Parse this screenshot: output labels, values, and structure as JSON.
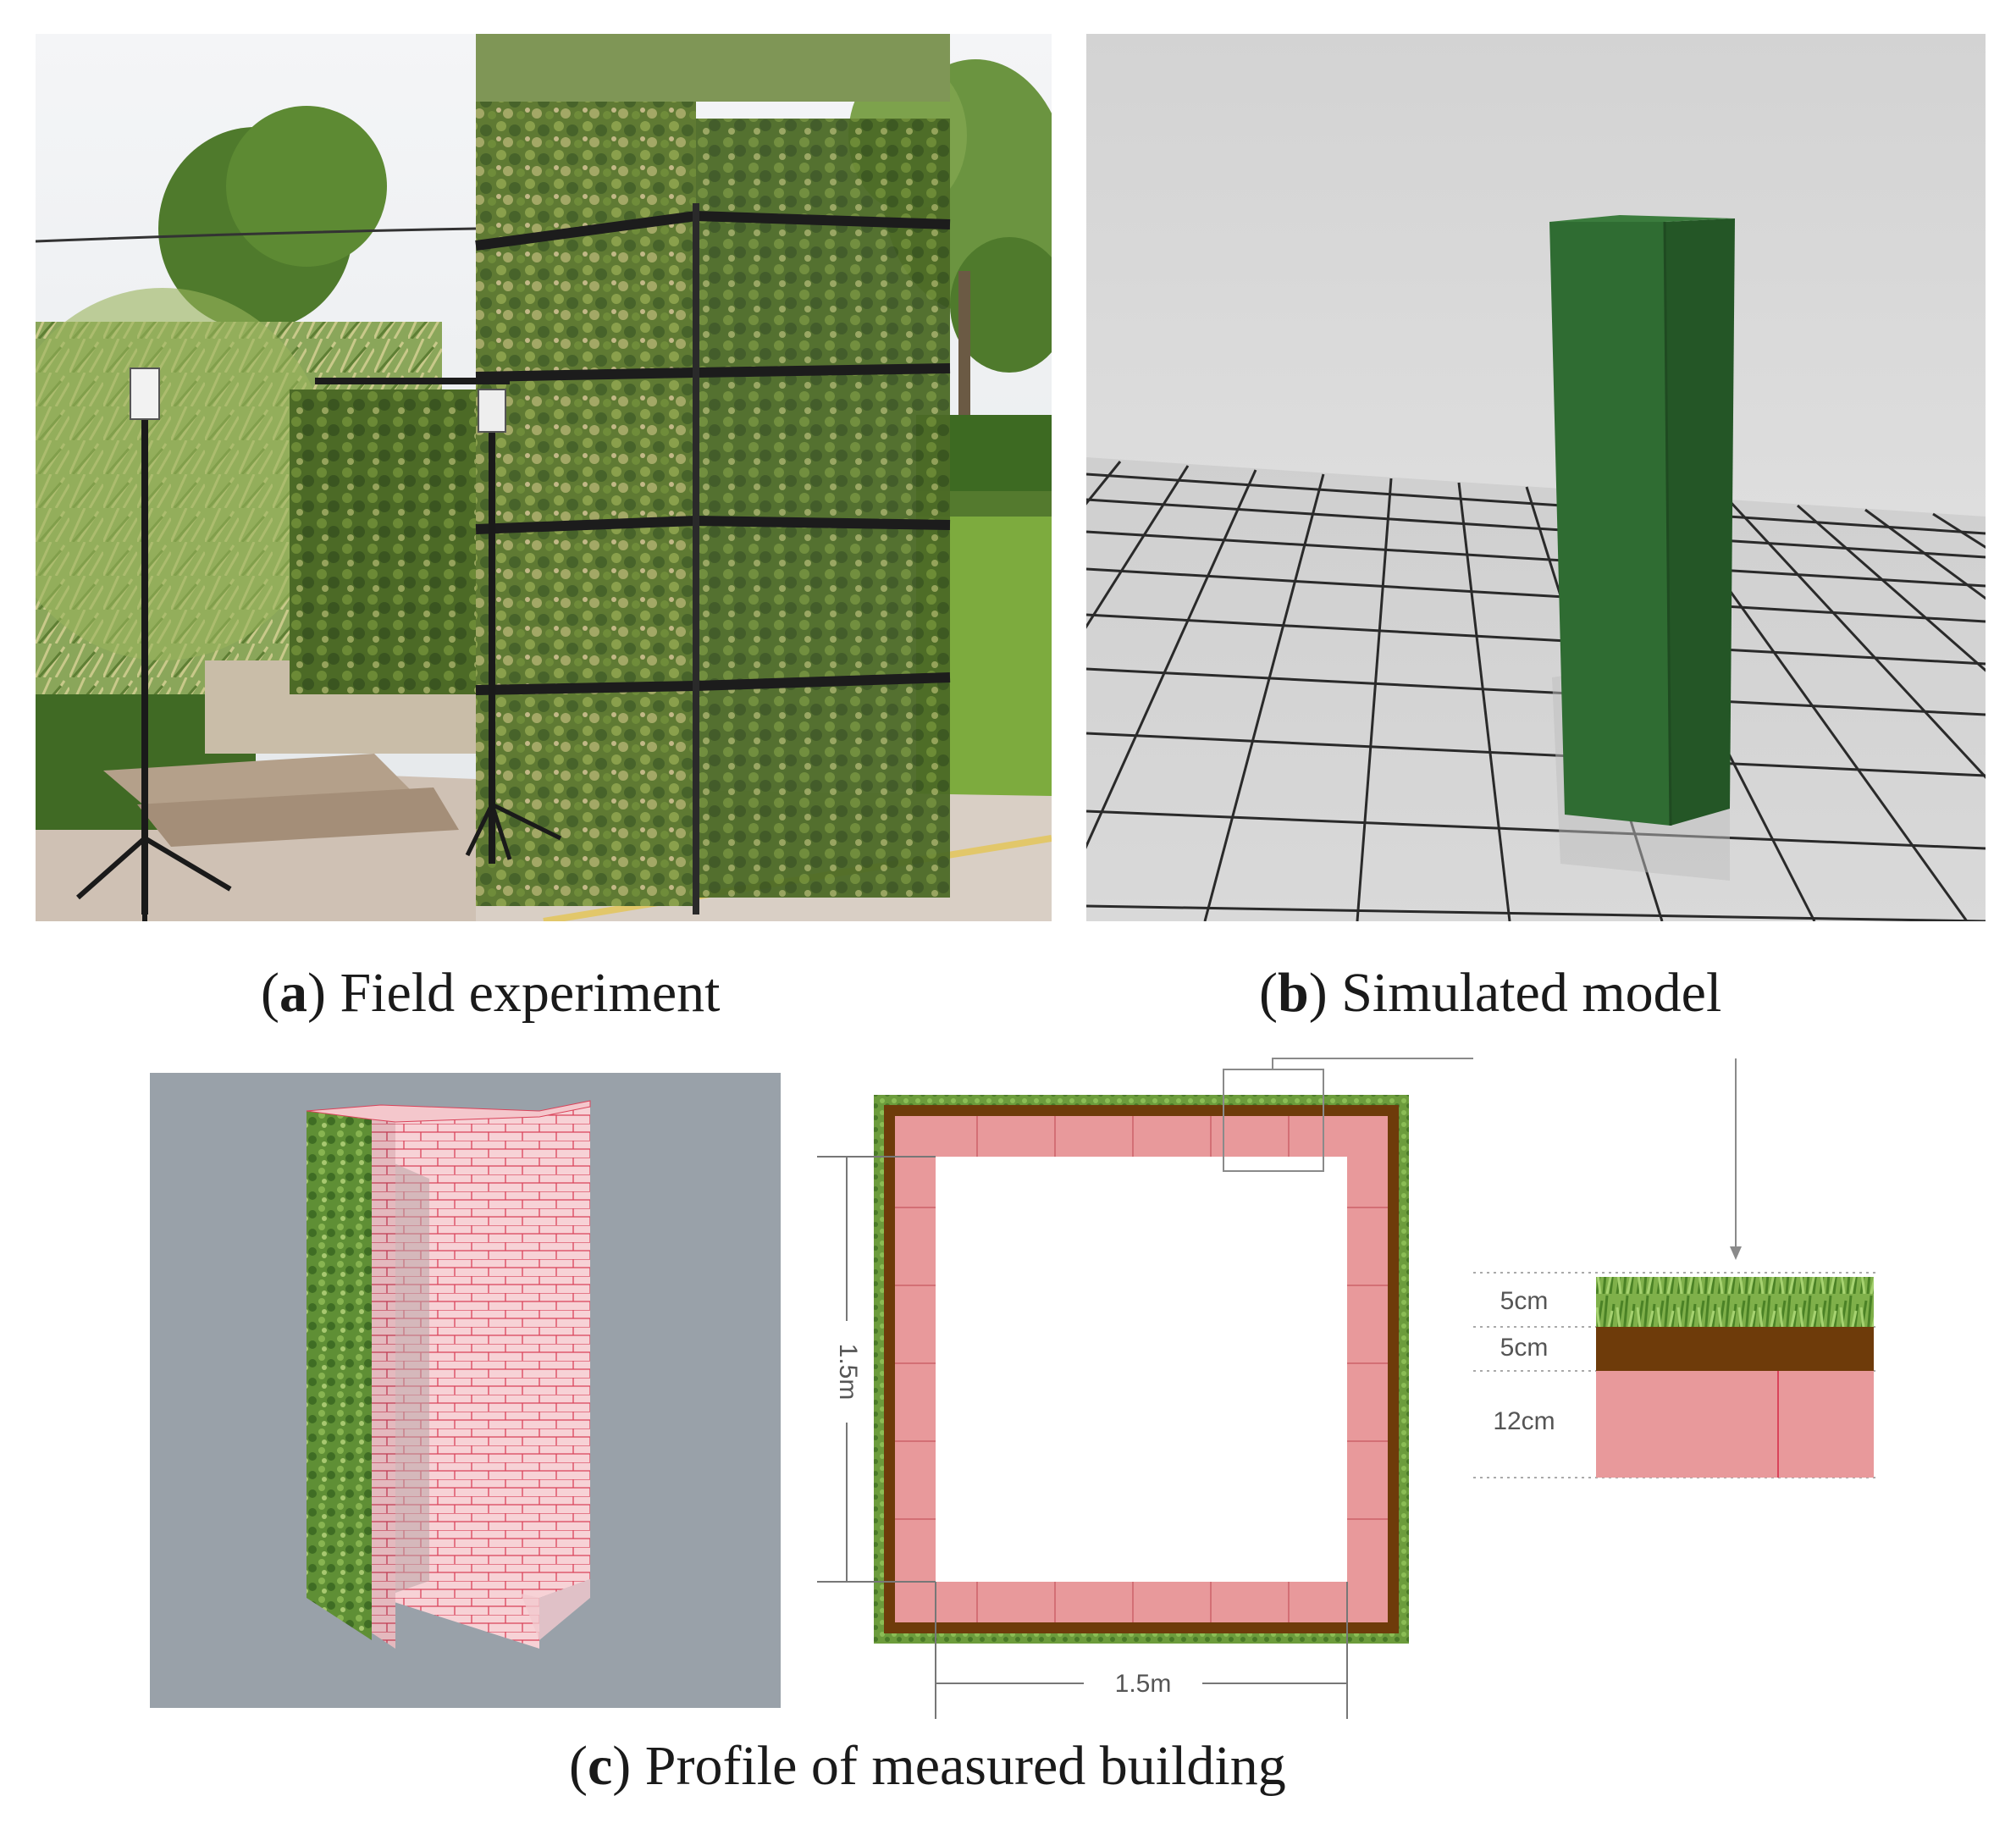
{
  "figure": {
    "panel_a": {
      "letter": "a",
      "caption": "Field experiment"
    },
    "panel_b": {
      "letter": "b",
      "caption": "Simulated model"
    },
    "panel_c": {
      "letter": "c",
      "caption": "Profile of measured building",
      "plan_dimension_vertical": "1.5m",
      "plan_dimension_horizontal": "1.5m",
      "layers": [
        {
          "label": "5cm",
          "material": "vegetation",
          "color": "#6a9a3a"
        },
        {
          "label": "5cm",
          "material": "substrate",
          "color": "#6e3b0a"
        },
        {
          "label": "12cm",
          "material": "brick wall",
          "color": "#e8999b"
        }
      ]
    }
  }
}
